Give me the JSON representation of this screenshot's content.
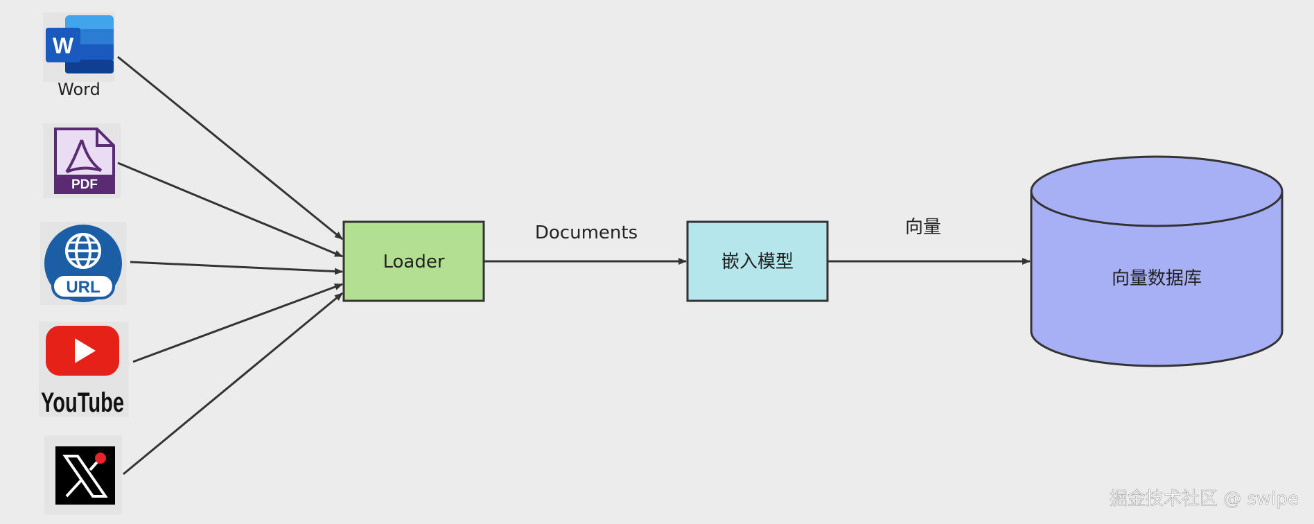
{
  "sources": [
    {
      "name": "word",
      "label": "Word",
      "icon": "word-icon",
      "color": "#2b5aa8"
    },
    {
      "name": "pdf",
      "label": "PDF",
      "icon": "pdf-icon",
      "color": "#5a2b72"
    },
    {
      "name": "url",
      "label": "URL",
      "icon": "url-globe-icon",
      "color": "#1c5ea6"
    },
    {
      "name": "youtube",
      "label": "YouTube",
      "icon": "youtube-icon",
      "color": "#e62117"
    },
    {
      "name": "x",
      "label": "",
      "icon": "x-logo-icon",
      "color": "#000000"
    }
  ],
  "nodes": {
    "loader": {
      "label": "Loader",
      "color": "#b3e090"
    },
    "embedding": {
      "label": "嵌入模型",
      "color": "#b4e6ec"
    },
    "vector_db": {
      "label": "向量数据库",
      "color": "#a7aff5"
    }
  },
  "edges": {
    "loader_to_embedding": "Documents",
    "embedding_to_db": "向量"
  },
  "watermark": "掘金技术社区 @ swipe"
}
